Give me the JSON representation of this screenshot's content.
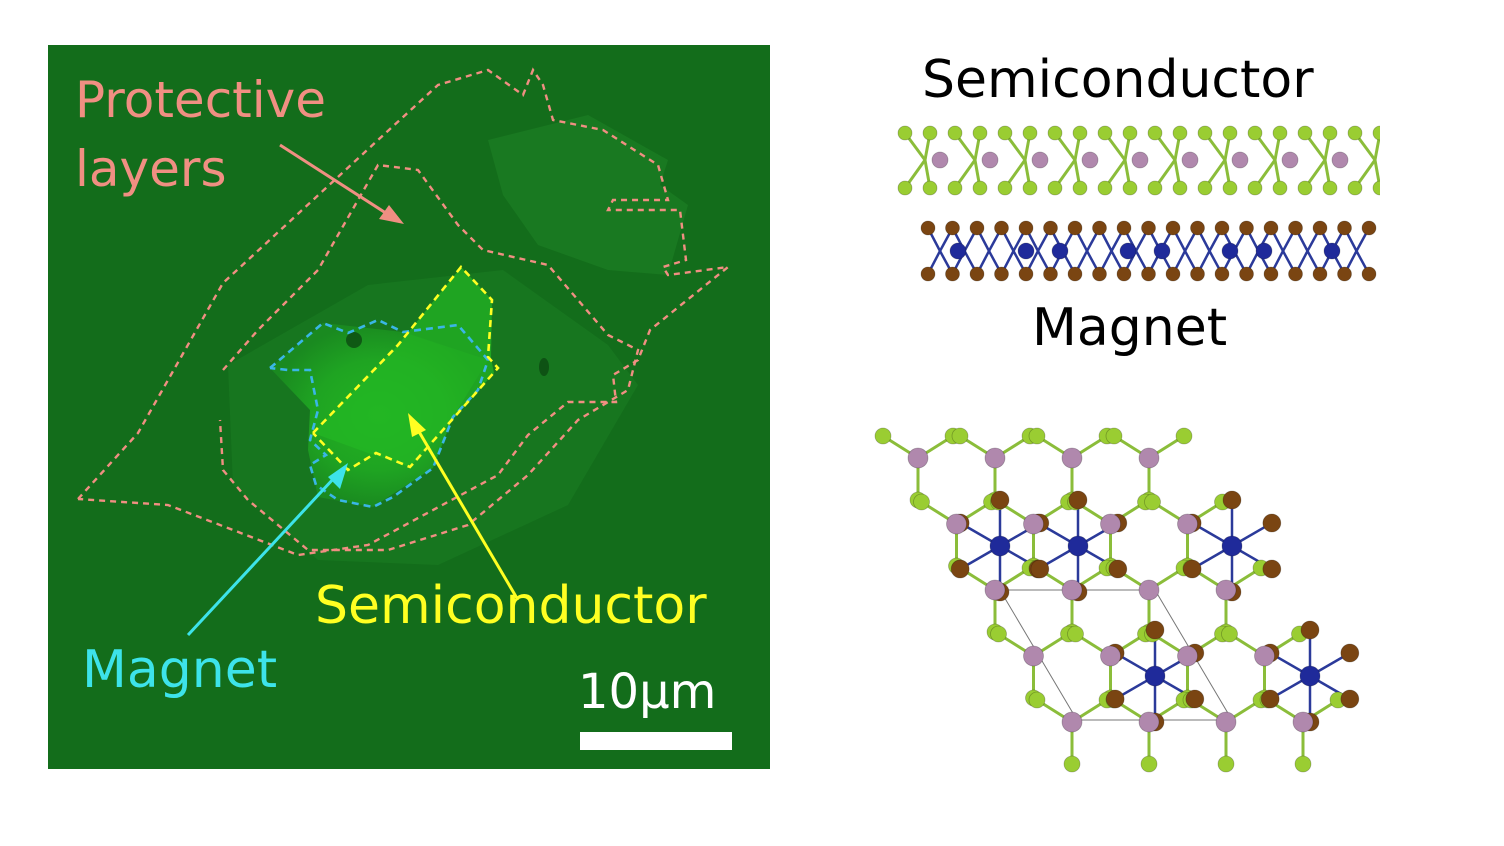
{
  "micrograph": {
    "labels": {
      "protective_line1": "Protective",
      "protective_line2": "layers",
      "semiconductor": "Semiconductor",
      "magnet": "Magnet",
      "scale": "10μm"
    },
    "colors": {
      "background": "#136d1b",
      "protective": "#f08f82",
      "semiconductor": "#ffff22",
      "magnet": "#3de3ea",
      "scalebar": "#ffffff"
    }
  },
  "structure": {
    "labels": {
      "semiconductor": "Semiconductor",
      "magnet": "Magnet"
    },
    "atom_colors": {
      "chalcogen": "#9acd32",
      "metal_semiconductor": "#b088ad",
      "magnet_ligand": "#7a4512",
      "magnet_metal": "#1f2a9a",
      "bond": "#2b3a9a"
    }
  }
}
